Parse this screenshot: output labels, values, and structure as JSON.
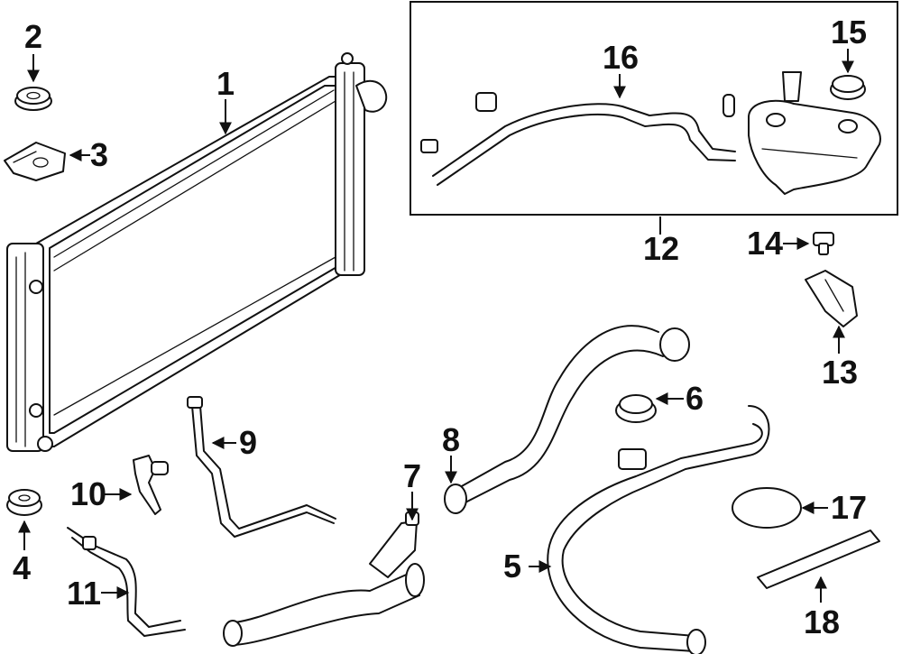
{
  "callouts": {
    "c1": "1",
    "c2": "2",
    "c3": "3",
    "c4": "4",
    "c5": "5",
    "c6": "6",
    "c7": "7",
    "c8": "8",
    "c9": "9",
    "c10": "10",
    "c11": "11",
    "c12": "12",
    "c13": "13",
    "c14": "14",
    "c15": "15",
    "c16": "16",
    "c17": "17",
    "c18": "18"
  },
  "parts": {
    "p1": "radiator",
    "p2": "upper-insulator",
    "p3": "mounting-bracket",
    "p4": "lower-insulator",
    "p5": "lower-hose",
    "p6": "reservoir-cap",
    "p7": "heater-hose",
    "p8": "upper-hose",
    "p9": "overflow-tube",
    "p10": "hose-connector",
    "p11": "bypass-hose",
    "p12": "coolant-reservoir-assembly",
    "p13": "reservoir-bracket",
    "p14": "reservoir-bolt",
    "p15": "reservoir-cap-seal",
    "p16": "reservoir-hose",
    "p17": "seal-ring",
    "p18": "label"
  }
}
